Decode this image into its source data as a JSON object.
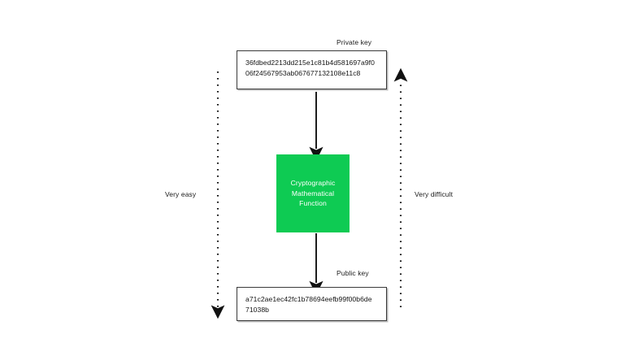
{
  "diagram": {
    "title_label_private": "Private key",
    "title_label_public": "Public key",
    "left_flow_label": "Very easy",
    "right_flow_label": "Very difficult",
    "private_key": {
      "line1": "36fdbed2213dd215e1c81b4d581697a9f0",
      "line2": "06f24567953ab067677132108e11c8"
    },
    "public_key": {
      "line1": "a71c2ae1ec42fc1b78694eefb99f00b6de",
      "line2": "71038b"
    },
    "function_box": {
      "line1": "Cryptographic",
      "line2": "Mathematical",
      "line3": "Function"
    },
    "colors": {
      "function_fill": "#0ECB53",
      "function_text": "#FFFFFF",
      "box_border": "#3A3A3A",
      "box_shadow": "#BDBDBD",
      "arrow": "#111111",
      "background": "#FFFFFF",
      "text": "#1B1B1B"
    }
  }
}
